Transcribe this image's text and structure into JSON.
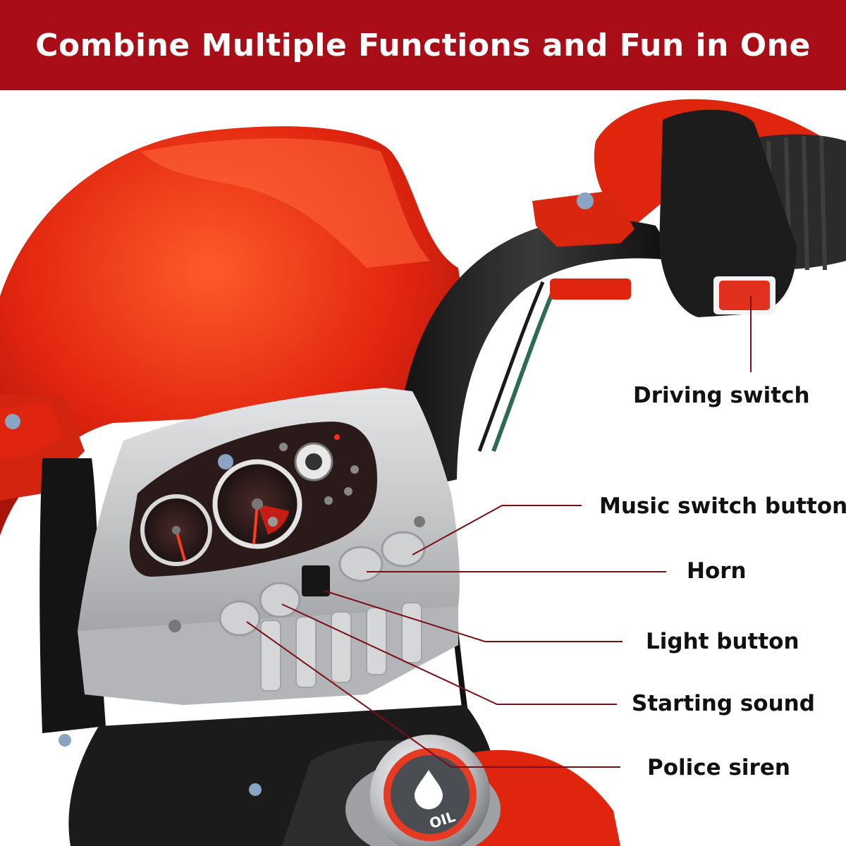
{
  "banner": {
    "title": "Combine Multiple Functions and Fun in One",
    "background": "#a90d17",
    "text_color": "#ffffff"
  },
  "callouts": {
    "driving_switch": "Driving switch",
    "music_switch_button": "Music switch button",
    "horn": "Horn",
    "light_button": "Light button",
    "starting_sound": "Starting sound",
    "police_siren": "Police siren"
  },
  "dashboard": {
    "oil_cap_label": "OIL"
  },
  "colors": {
    "body_red": "#e0250f",
    "panel_silver": "#c3c4c6",
    "leader_line": "#7a1016"
  }
}
